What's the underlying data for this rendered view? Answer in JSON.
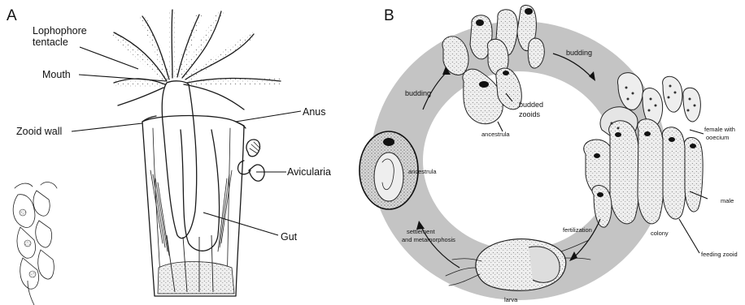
{
  "panel_a": {
    "letter": "A",
    "labels": {
      "lophophore_line1": "Lophophore",
      "lophophore_line2": "tentacle",
      "mouth": "Mouth",
      "zooid_wall": "Zooid wall",
      "anus": "Anus",
      "avicularia": "Avicularia",
      "gut": "Gut"
    }
  },
  "panel_b": {
    "letter": "B",
    "labels": {
      "budding_left": "budding",
      "budding_right": "budding",
      "budded_line1": "budded",
      "budded_line2": "zooids",
      "ancestrula_top": "ancestrula",
      "ancestrula_left": "ancestrula",
      "female_line1": "female with",
      "female_line2": "ooecium",
      "male": "male",
      "colony": "colony",
      "feeding": "feeding zooid",
      "fertilization": "fertilization",
      "settlement_line1": "settlement",
      "settlement_line2": "and metamorphosis",
      "larva": "larva"
    }
  },
  "colors": {
    "ring": "#c4c4c4",
    "ink": "#1a1a1a",
    "background": "#ffffff"
  }
}
